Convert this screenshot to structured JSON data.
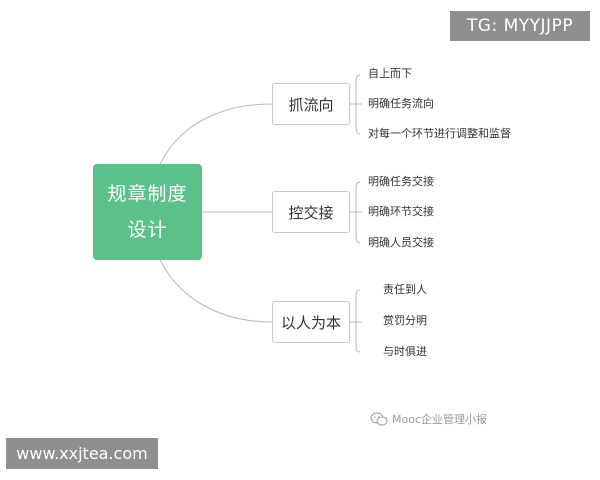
{
  "mindmap": {
    "root": {
      "line1": "规章制度",
      "line2": "设计"
    },
    "branches": [
      {
        "label": "抓流向",
        "leaves": [
          "自上而下",
          "明确任务流向",
          "对每一个环节进行调整和监督"
        ]
      },
      {
        "label": "控交接",
        "leaves": [
          "明确任务交接",
          "明确环节交接",
          "明确人员交接"
        ]
      },
      {
        "label": "以人为本",
        "leaves": [
          "责任到人",
          "赏罚分明",
          "与时俱进"
        ]
      }
    ]
  },
  "watermarks": {
    "tg": "TG: MYYJJPP",
    "site": "www.xxjtea.com",
    "wechat": "Mooc企业管理小报"
  },
  "colors": {
    "root_fill": "#5cc08a",
    "connector": "#b8b8b8",
    "watermark_box": "#8f8f8f"
  }
}
